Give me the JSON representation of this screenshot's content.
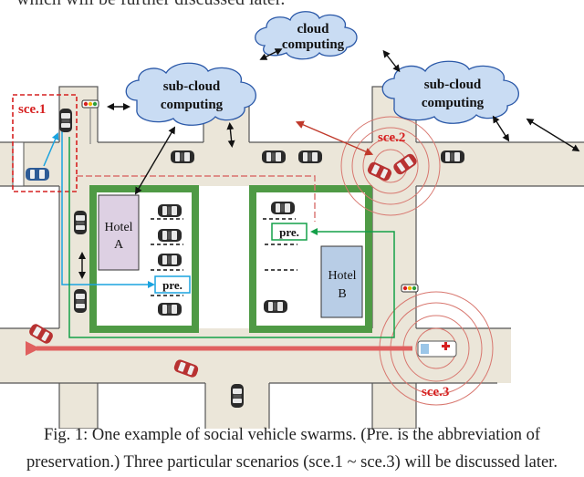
{
  "header_fragment": "which will be further discussed later.",
  "clouds": {
    "cloud": [
      "cloud",
      "computing"
    ],
    "subcloud_left": [
      "sub-cloud",
      "computing"
    ],
    "subcloud_right": [
      "sub-cloud",
      "computing"
    ]
  },
  "scenarios": {
    "sce1": "sce.1",
    "sce2": "sce.2",
    "sce3": "sce.3"
  },
  "hotels": {
    "a": [
      "Hotel",
      "A"
    ],
    "b": [
      "Hotel",
      "B"
    ]
  },
  "reservation_label": "pre.",
  "caption": {
    "line1": "Fig. 1: One example of social vehicle swarms. (Pre. is the abbreviation of",
    "line2": "preservation.) Three particular scenarios (sce.1 ~ sce.3) will be discussed later."
  },
  "colors": {
    "road": "#e9e4d7",
    "block_green": "#4f9a45",
    "hotel_a": "#ddd0e3",
    "hotel_b": "#b8cde6",
    "cloud_fill": "#c9dcf3",
    "scenario_red": "#d62020",
    "path_blue": "#1aa3df",
    "path_green": "#14a049"
  }
}
